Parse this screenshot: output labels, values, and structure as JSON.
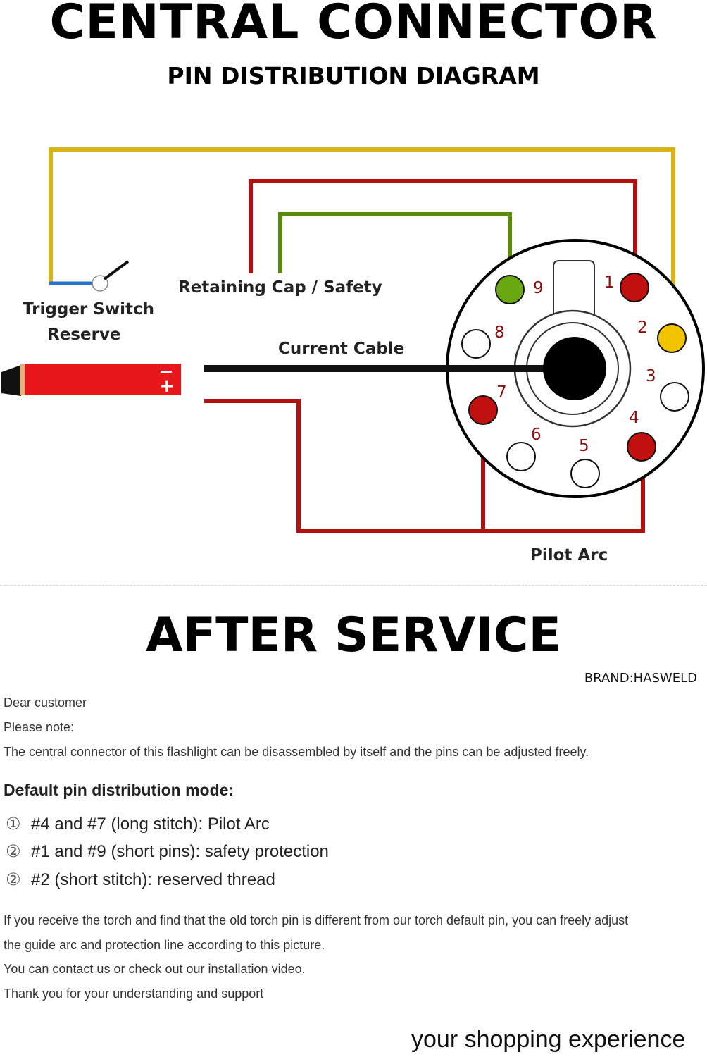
{
  "header": {
    "title": "CENTRAL CONNECTOR",
    "subtitle": "PIN DISTRIBUTION DIAGRAM"
  },
  "diagram": {
    "labels": {
      "trigger_switch": "Trigger Switch",
      "reserve": "Reserve",
      "retaining_cap": "Retaining Cap / Safety",
      "current_cable": "Current Cable",
      "pilot_arc": "Pilot Arc"
    },
    "pins": [
      {
        "number": "1",
        "color": "#c0100f"
      },
      {
        "number": "2",
        "color": "#f2c400"
      },
      {
        "number": "3",
        "color": "#ffffff"
      },
      {
        "number": "4",
        "color": "#c0100f"
      },
      {
        "number": "5",
        "color": "#ffffff"
      },
      {
        "number": "6",
        "color": "#ffffff"
      },
      {
        "number": "7",
        "color": "#c0100f"
      },
      {
        "number": "8",
        "color": "#ffffff"
      },
      {
        "number": "9",
        "color": "#6aa812"
      }
    ],
    "wire_colors": {
      "trigger": "#d8b416",
      "pilot_arc": "#b3110f",
      "safety": "#5a8a0c",
      "current": "#111111",
      "switch_line": "#2a72d8"
    },
    "torch_plug_symbol": "+"
  },
  "after_service": {
    "title": "AFTER SERVICE",
    "brand": "BRAND:HASWELD",
    "intro": [
      "Dear customer",
      "Please note:",
      "The central connector of this flashlight can be disassembled by itself and the pins can be adjusted freely."
    ],
    "mode_title": "Default pin distribution mode:",
    "modes": [
      {
        "num": "①",
        "text": "#4 and #7 (long stitch): Pilot Arc"
      },
      {
        "num": "②",
        "text": "#1 and #9 (short pins): safety protection"
      },
      {
        "num": "②",
        "text": "#2 (short stitch): reserved thread"
      }
    ],
    "outro": [
      "If you receive the torch and find that the old torch pin is different from our torch default pin, you can freely adjust",
      "the guide arc and protection line according to this picture.",
      "You can contact us or check out our installation video.",
      "Thank you for your understanding and support"
    ],
    "tagline": "your shopping experience"
  }
}
